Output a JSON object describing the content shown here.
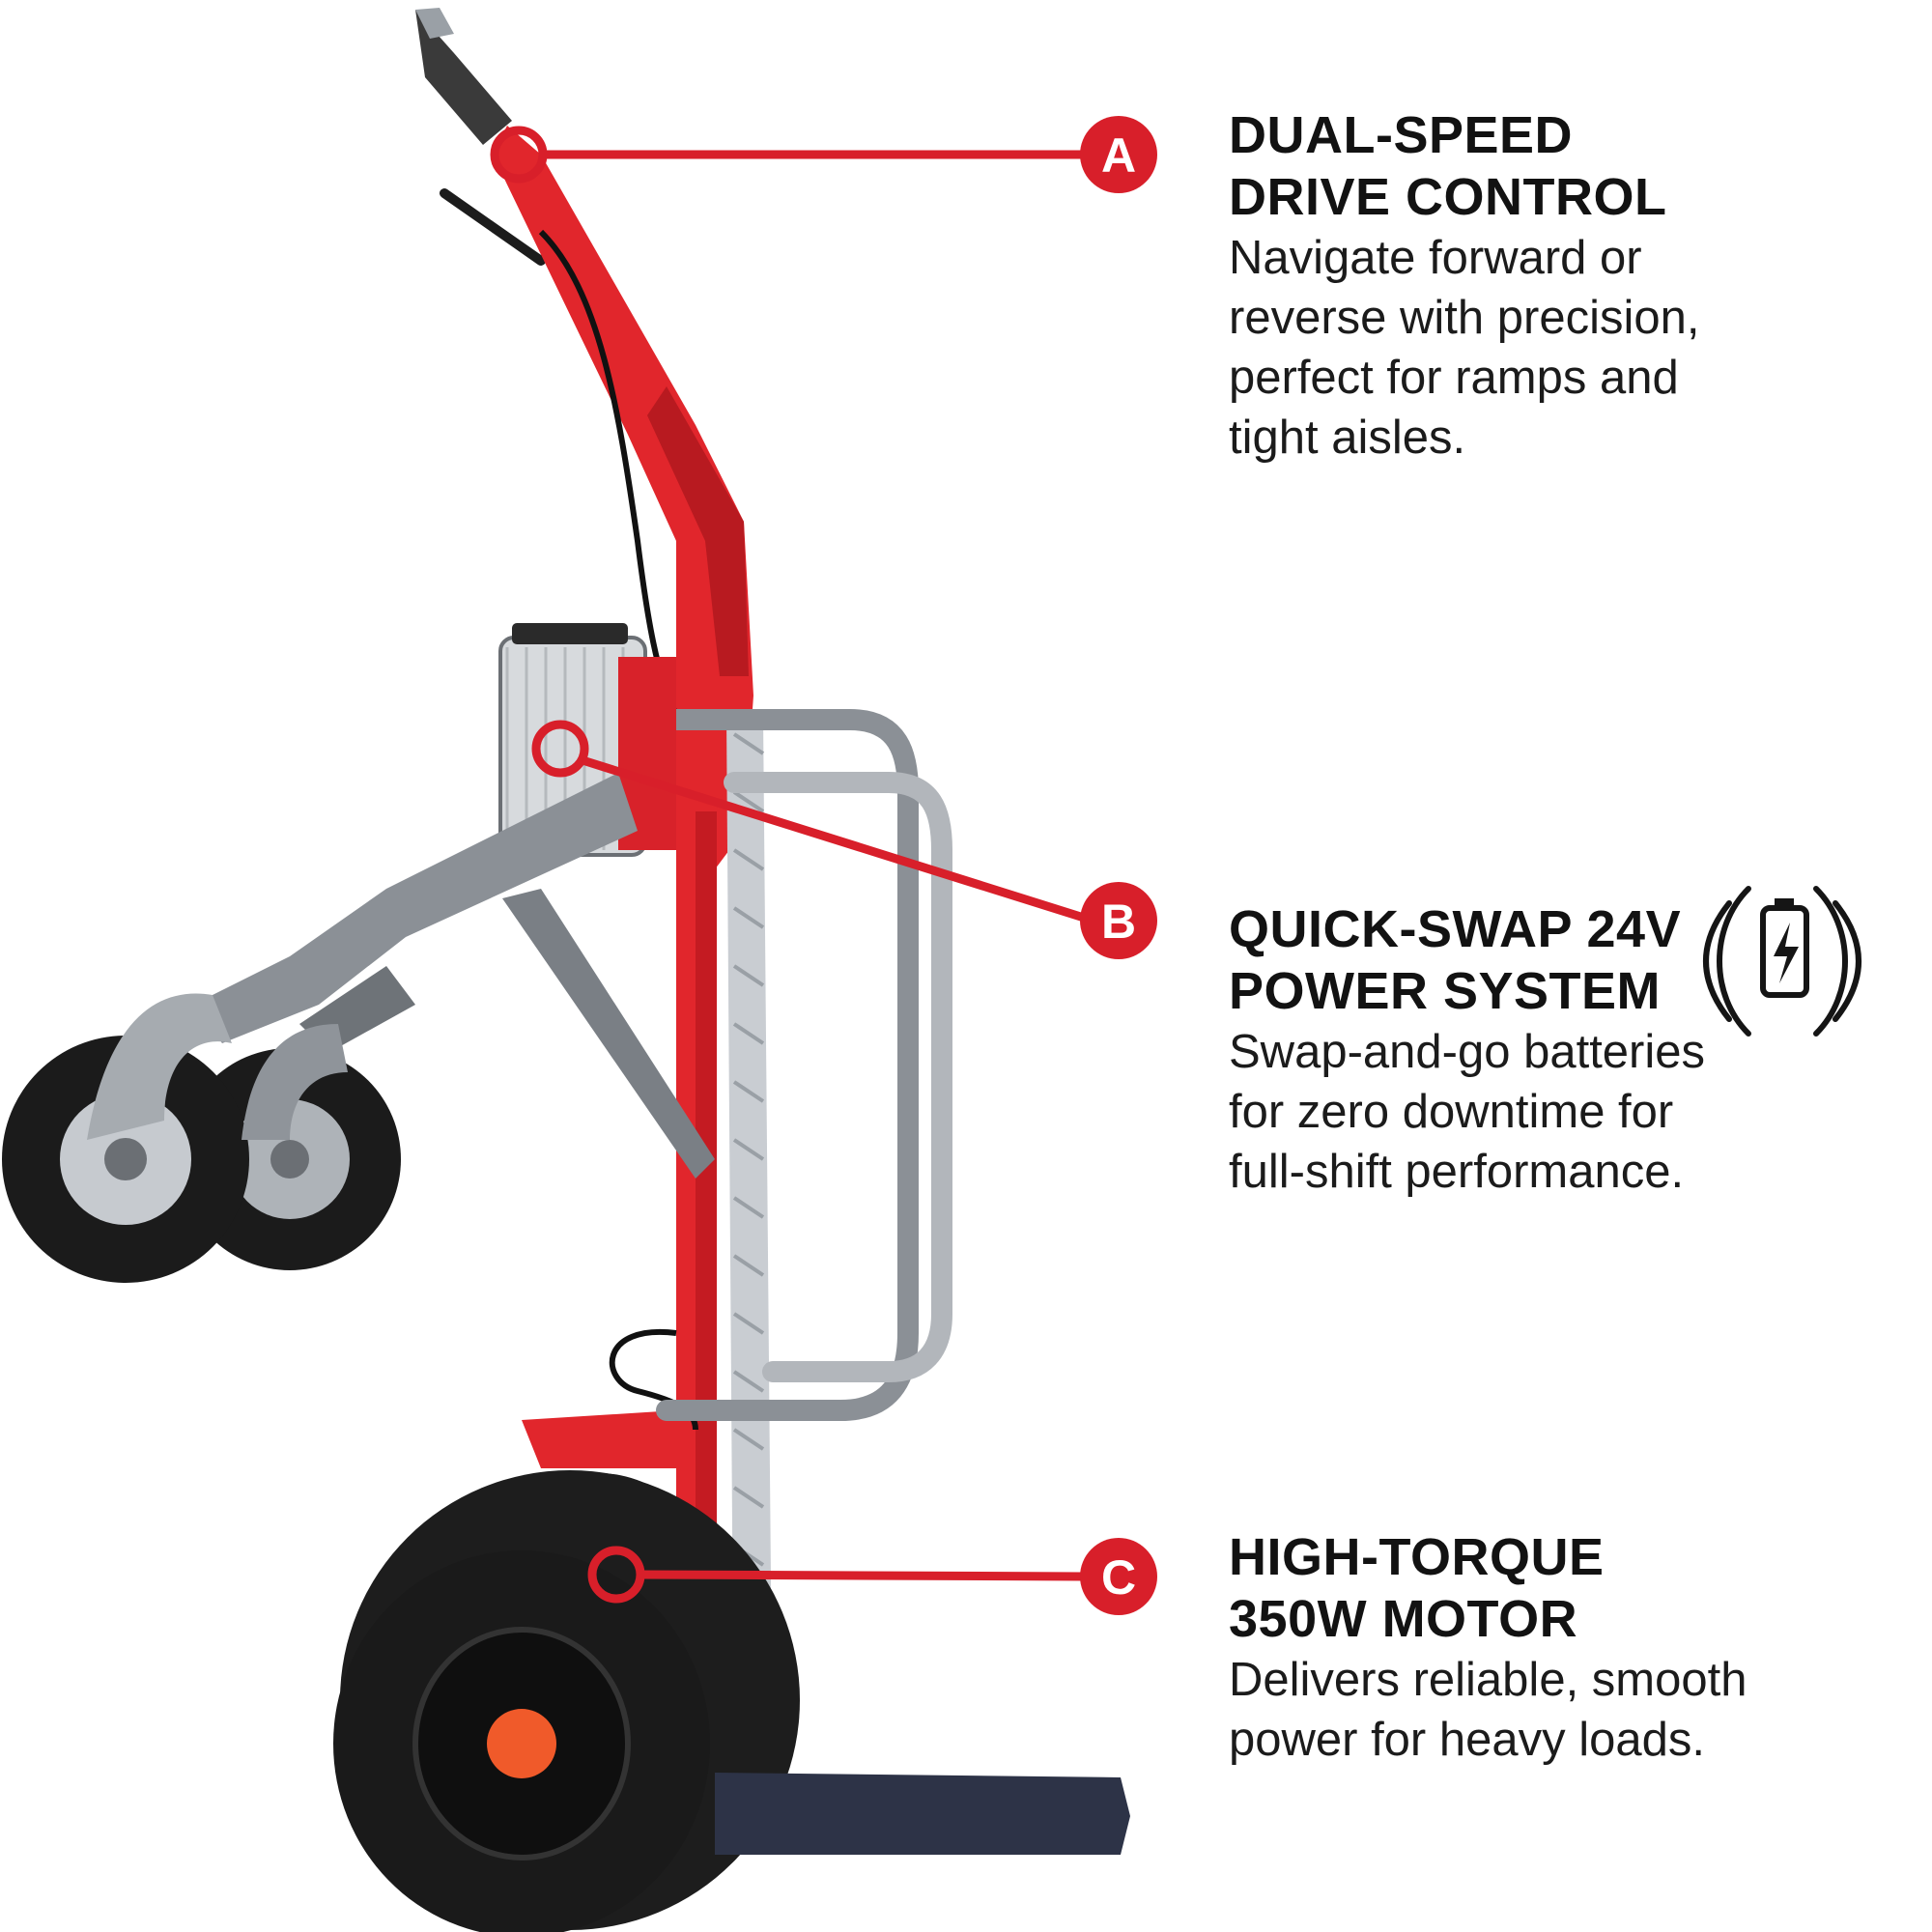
{
  "accent_color": "#d81f2a",
  "callouts": [
    {
      "letter": "A",
      "title_lines": [
        "DUAL-SPEED",
        "DRIVE CONTROL"
      ],
      "description_lines": [
        "Navigate forward or",
        "reverse with precision,",
        "perfect for ramps and",
        "tight aisles."
      ]
    },
    {
      "letter": "B",
      "title_lines": [
        "QUICK-SWAP 24V",
        "POWER SYSTEM"
      ],
      "description_lines": [
        "Swap-and-go batteries",
        "for zero downtime for",
        "full-shift performance."
      ],
      "icon": "battery-charging-icon"
    },
    {
      "letter": "C",
      "title_lines": [
        "HIGH-TORQUE",
        "350W MOTOR"
      ],
      "description_lines": [
        "Delivers reliable, smooth",
        "power for heavy loads."
      ]
    }
  ]
}
